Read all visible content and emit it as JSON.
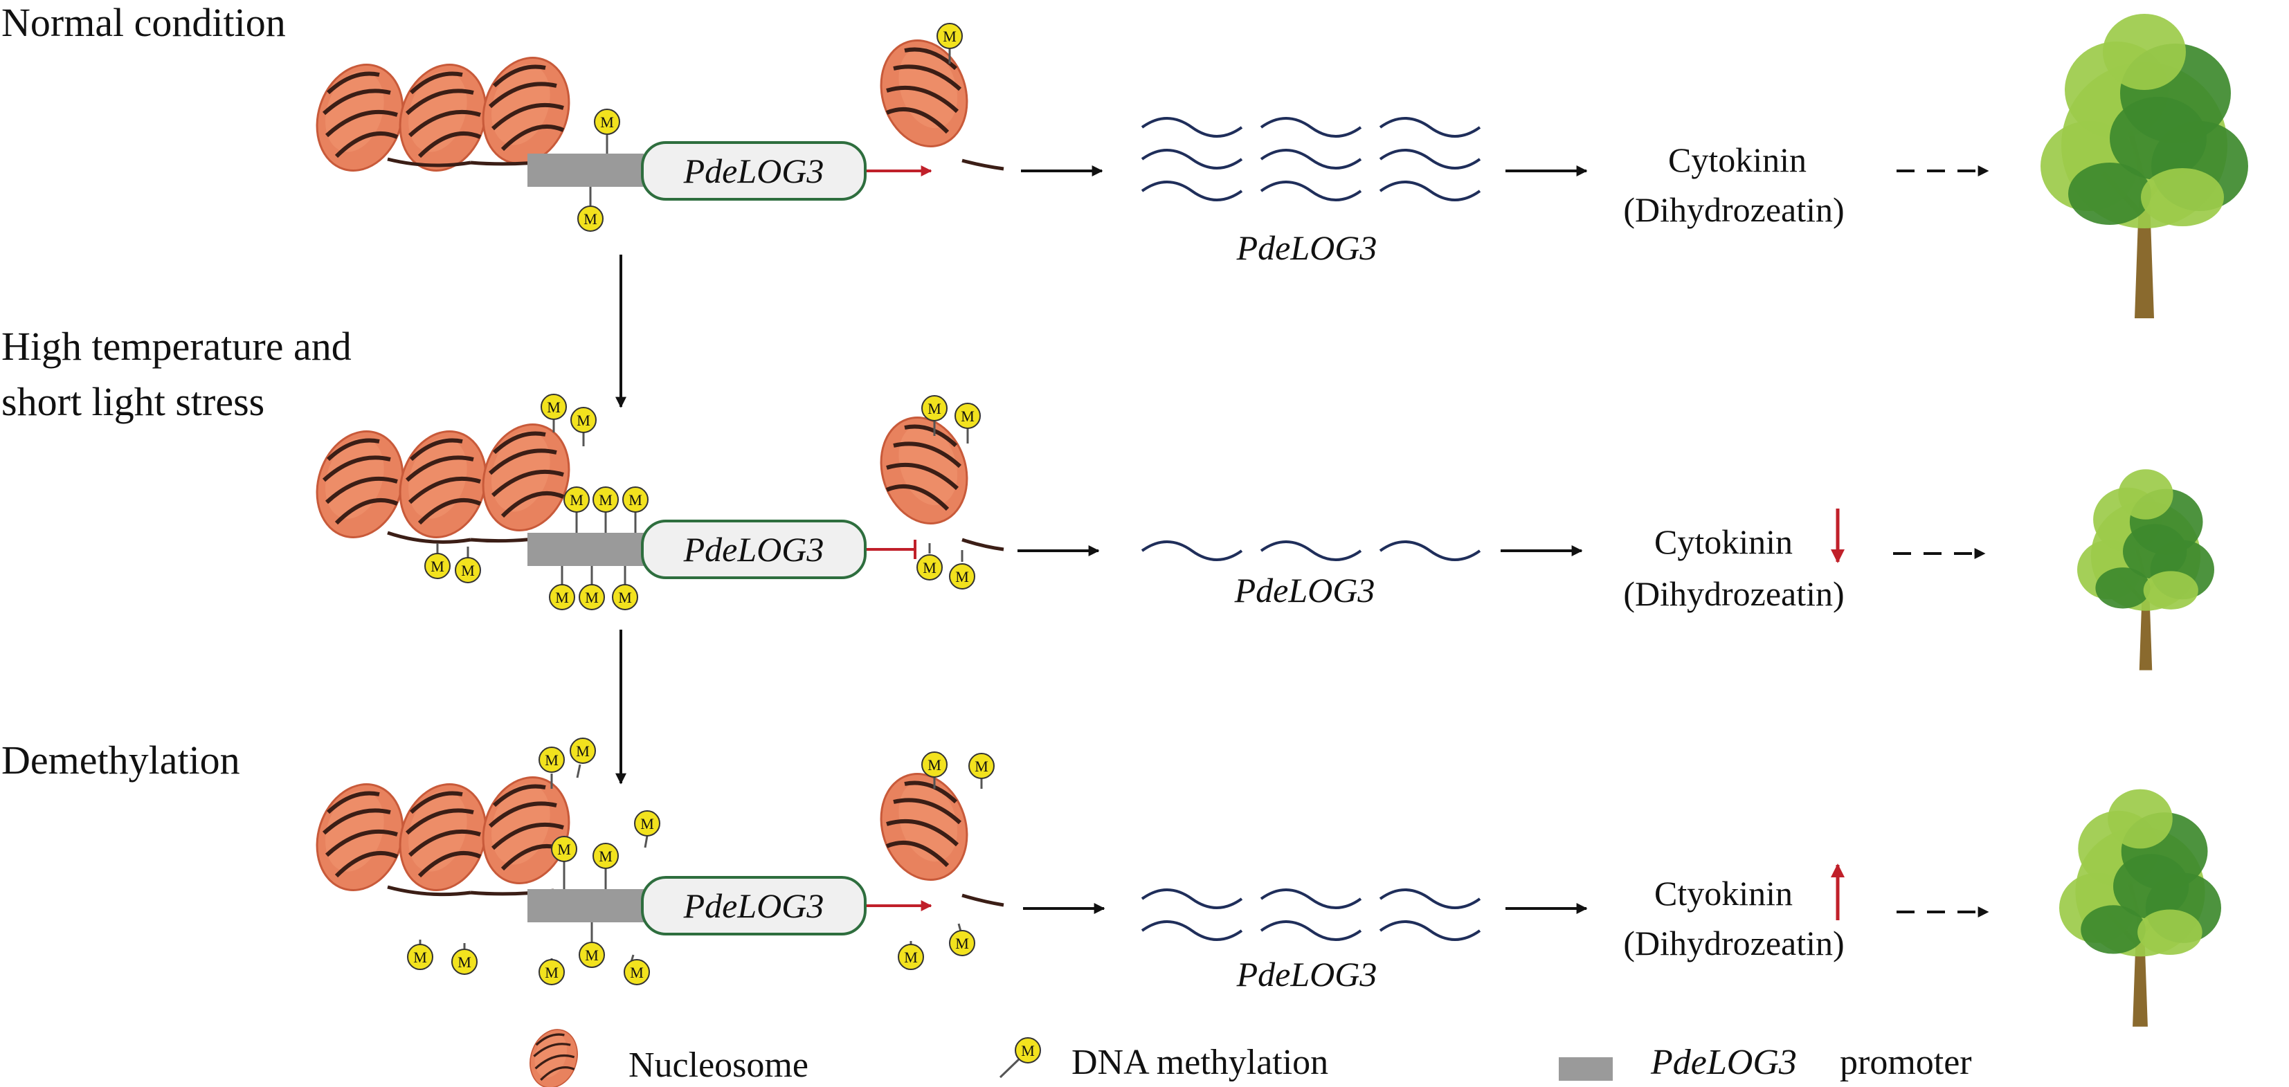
{
  "rows": [
    {
      "condition_lines": [
        "Normal condition"
      ],
      "gene_label": "PdeLOG3",
      "transcript_label": "PdeLOG3",
      "cytokinin_word": "Cytokinin",
      "dihydrozeatin": "(Dihydrozeatin)",
      "cytokinin_change": "none",
      "transcript_count": 3,
      "tree_size": "large"
    },
    {
      "condition_lines": [
        "High temperature and",
        "short light stress"
      ],
      "gene_label": "PdeLOG3",
      "transcript_label": "PdeLOG3",
      "cytokinin_word": "Cytokinin",
      "dihydrozeatin": "(Dihydrozeatin)",
      "cytokinin_change": "decrease",
      "transcript_count": 1,
      "tree_size": "small"
    },
    {
      "condition_lines": [
        "Demethylation"
      ],
      "gene_label": "PdeLOG3",
      "transcript_label": "PdeLOG3",
      "cytokinin_word": "Ctyokinin",
      "dihydrozeatin": "(Dihydrozeatin)",
      "cytokinin_change": "increase",
      "transcript_count": 2,
      "tree_size": "medium"
    }
  ],
  "methyl_mark": "M",
  "legend": {
    "nucleosome": "Nucleosome",
    "dna_methylation": "DNA methylation",
    "promoter_gene": "PdeLOG3",
    "promoter_word": "promoter"
  },
  "colors": {
    "nucleosome": "#E8825E",
    "nucleosome_dark": "#C85A3A",
    "dna_wrap": "#3B1E16",
    "methyl_fill": "#F2E21E",
    "promoter": "#9A9A9A",
    "gene_border": "#2E6E3E",
    "gene_fill": "#F0F0F0",
    "transcript": "#1F2E5A",
    "red_arrow": "#C0202A",
    "tree_light": "#9CCB4A",
    "tree_dark": "#3E8A2E",
    "trunk": "#8A6A2E"
  }
}
